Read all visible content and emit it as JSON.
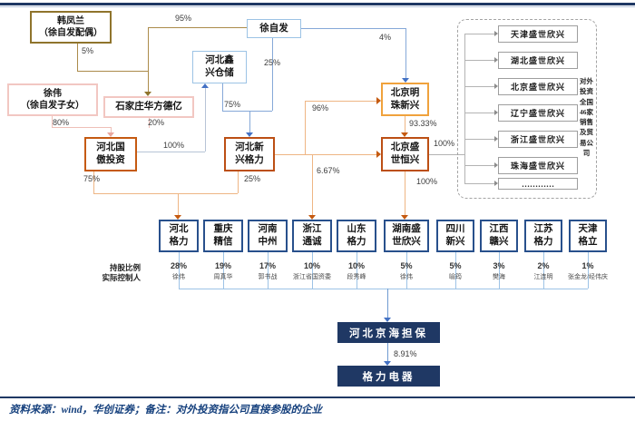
{
  "colors": {
    "navy": "#1f3864",
    "navy_box_border": "#28508c",
    "blue_line": "#85a8d8",
    "blue_arrow": "#4472c4",
    "light_blue_border": "#9cc3e5",
    "steel_line": "#b7c4d6",
    "pink_border": "#f2c7c2",
    "pink_line": "#eebfb8",
    "gold_line": "#ab8b4a",
    "dark_gold_border": "#8f742c",
    "orange_line": "#eeb584",
    "orange_arrow": "#c55a11",
    "amber_border": "#f0a23c",
    "dark_orange_border": "#bc4f14",
    "gray_line": "#b3b3b3"
  },
  "nodes": {
    "han_fenglan": "韩凤兰\n（徐自发配偶）",
    "xu_zifa": "徐自发",
    "hebei_xinxing_cangchu": "河北鑫\n兴仓储",
    "xu_wei": "徐伟\n（徐自发子女）",
    "shijiazhuang_huafang_deyi": "石家庄华方德亿",
    "hebei_guoao_touzi": "河北国\n傲投资",
    "hebei_xinxing_geli": "河北新\n兴格力",
    "beijing_mingzhu_xinxing": "北京明\n珠新兴",
    "beijing_shengshi_hengxing": "北京盛\n世恒兴",
    "hebei_jinghai_danbao": "河北京海担保",
    "geli_dianqi": "格力电器"
  },
  "edge_labels": {
    "e95": "95%",
    "e5": "5%",
    "e80": "80%",
    "e20": "20%",
    "e100_cangchu": "100%",
    "e25_xinxing": "25%",
    "e75_xinxing": "75%",
    "e4": "4%",
    "e96": "96%",
    "e9333": "93.33%",
    "e667": "6.67%",
    "e75_hebeigeli": "75%",
    "e25_hebeigeli": "25%",
    "e100_hunan": "100%",
    "e100_group": "100%",
    "e891": "8.91%"
  },
  "group": {
    "subsidiaries": [
      "天津盛世欣兴",
      "湖北盛世欣兴",
      "北京盛世欣兴",
      "辽宁盛世欣兴",
      "浙江盛世欣兴",
      "珠海盛世欣兴",
      "…………"
    ],
    "annotation": "对外\n投资\n全国\n46家\n销售\n及贸\n易公\n司"
  },
  "holders_row": {
    "pct_label": "持股比例",
    "controller_label": "实际控制人",
    "companies": [
      {
        "name": "河北\n格力",
        "pct": "28%",
        "controller": "徐伟"
      },
      {
        "name": "重庆\n精信",
        "pct": "19%",
        "controller": "周真华"
      },
      {
        "name": "河南\n中州",
        "pct": "17%",
        "controller": "郭书战"
      },
      {
        "name": "浙江\n通诚",
        "pct": "10%",
        "controller": "浙江省国资委"
      },
      {
        "name": "山东\n格力",
        "pct": "10%",
        "controller": "段秀峰"
      },
      {
        "name": "湖南盛\n世欣兴",
        "pct": "5%",
        "controller": "徐伟"
      },
      {
        "name": "四川\n新兴",
        "pct": "5%",
        "controller": "喻筠"
      },
      {
        "name": "江西\n赣兴",
        "pct": "3%",
        "controller": "樊海"
      },
      {
        "name": "江苏\n格力",
        "pct": "2%",
        "controller": "江连明"
      },
      {
        "name": "天津\n格立",
        "pct": "1%",
        "controller": "张金龙/经伟庆"
      }
    ]
  },
  "footer": {
    "source_note": "资料来源：wind，华创证券；备注：对外投资指公司直接参股的企业"
  }
}
